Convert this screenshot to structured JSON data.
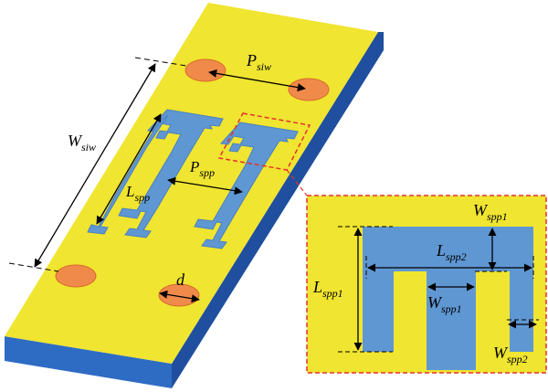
{
  "colors": {
    "substrate_top": "#f0e530",
    "substrate_side_blue": "#2e6cc4",
    "substrate_side_blue_dark": "#1f4f9e",
    "spp_metal": "#5f97d3",
    "via_orange": "#f08a4b",
    "callout_red": "#e53030",
    "background": "#ffffff"
  },
  "labels": {
    "w_siw": {
      "main": "W",
      "sub": "siw"
    },
    "p_siw": {
      "main": "P",
      "sub": "siw"
    },
    "p_spp": {
      "main": "P",
      "sub": "spp"
    },
    "l_spp": {
      "main": "L",
      "sub": "spp"
    },
    "d": {
      "main": "d"
    },
    "w_spp1_top": {
      "main": "W",
      "sub": "spp1"
    },
    "l_spp2": {
      "main": "L",
      "sub": "spp2"
    },
    "l_spp1": {
      "main": "L",
      "sub": "spp1"
    },
    "w_spp1_mid": {
      "main": "W",
      "sub": "spp1"
    },
    "w_spp2": {
      "main": "W",
      "sub": "spp2"
    }
  }
}
